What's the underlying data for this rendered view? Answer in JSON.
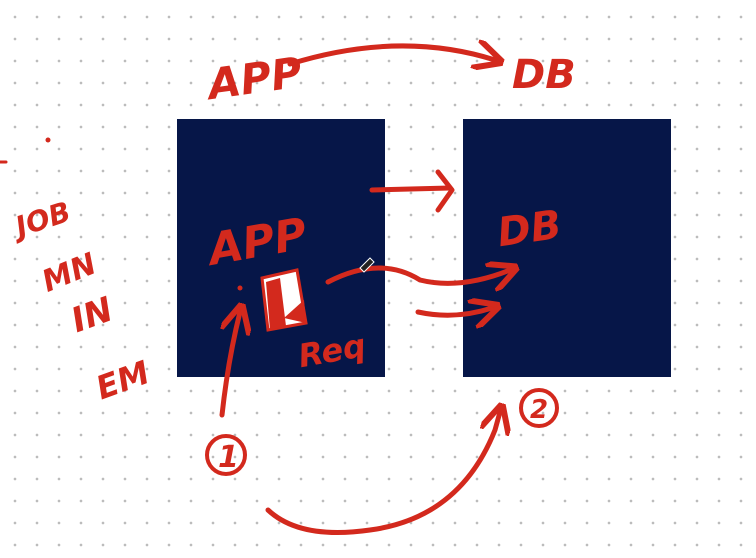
{
  "colors": {
    "background": "#ffffff",
    "dot_grid": "#bcbcbc",
    "box_fill": "#061648",
    "ink": "#d3291d"
  },
  "labels": {
    "top_app": "APP",
    "top_db": "DB",
    "box_app": "APP",
    "box_db": "DB",
    "box_req": "Req",
    "circle_one": "1",
    "circle_two": "2",
    "side_1": "JOB",
    "side_2": "MN",
    "side_3": "IN",
    "side_4": "EM"
  }
}
